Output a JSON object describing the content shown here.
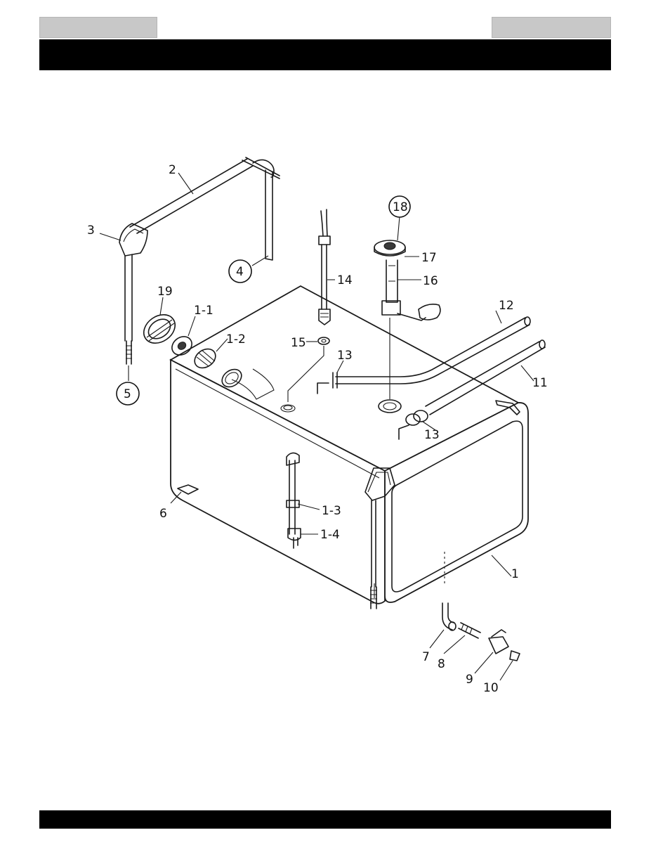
{
  "header": {
    "left_tab_text": "",
    "right_tab_text": "",
    "title": ""
  },
  "diagram": {
    "labels": {
      "p1": "1",
      "p1_1": "1-1",
      "p1_2": "1-2",
      "p1_3": "1-3",
      "p1_4": "1-4",
      "p2": "2",
      "p3": "3",
      "p4": "4",
      "p5": "5",
      "p6": "6",
      "p7": "7",
      "p8": "8",
      "p9": "9",
      "p10": "10",
      "p11": "11",
      "p12": "12",
      "p13a": "13",
      "p13b": "13",
      "p14": "14",
      "p15": "15",
      "p16": "16",
      "p17": "17",
      "p18": "18",
      "p19": "19"
    },
    "circled_parts": [
      "4",
      "5",
      "18"
    ]
  },
  "footer": {
    "text": ""
  }
}
